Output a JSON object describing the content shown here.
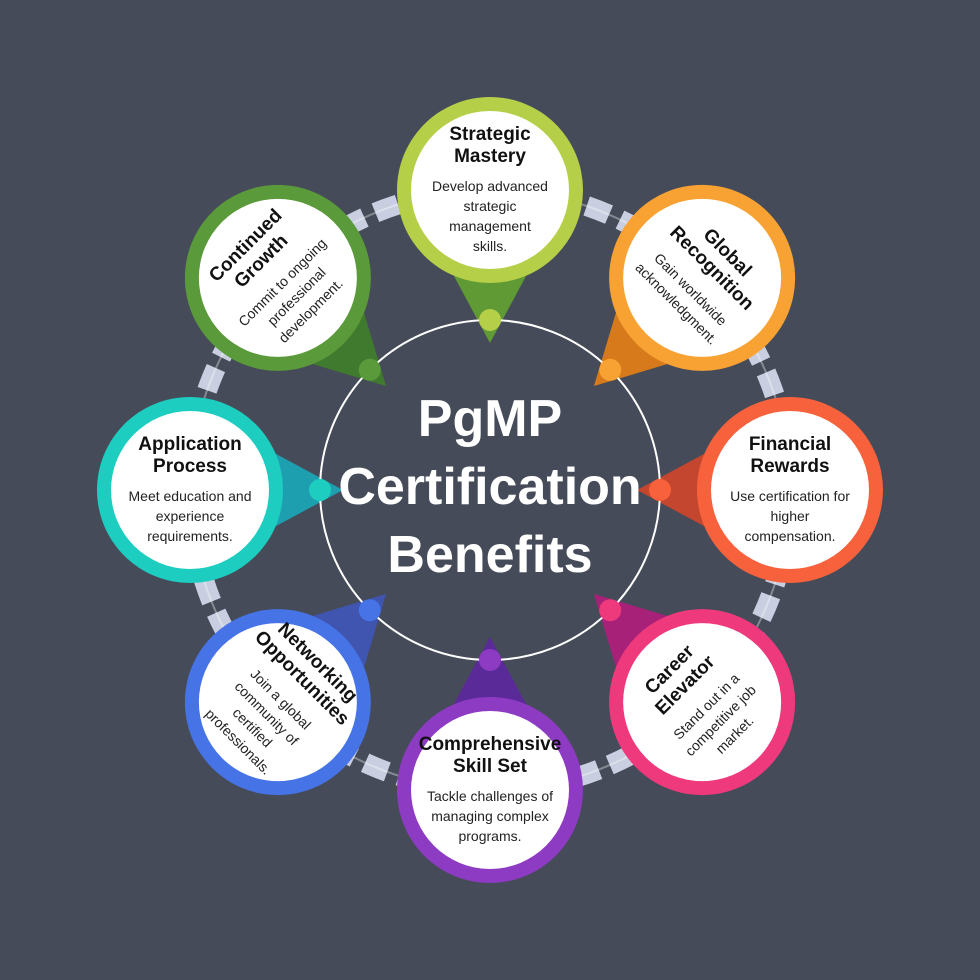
{
  "center": {
    "lines": [
      "PgMP",
      "Certification",
      "Benefits"
    ]
  },
  "nodes": [
    {
      "id": "strategic-mastery",
      "title": [
        "Strategic",
        "Mastery"
      ],
      "desc": [
        "Develop advanced",
        "strategic",
        "management",
        "skills."
      ],
      "color": "#b5cf49",
      "dark": "#5f9a34",
      "dot": "#b5cf49"
    },
    {
      "id": "global-recognition",
      "title": [
        "Global",
        "Recognition"
      ],
      "desc": [
        "Gain worldwide",
        "acknowledgment."
      ],
      "color": "#f8a233",
      "dark": "#d77a1c",
      "dot": "#f8a233"
    },
    {
      "id": "financial-rewards",
      "title": [
        "Financial",
        "Rewards"
      ],
      "desc": [
        "Use certification for",
        "higher",
        "compensation."
      ],
      "color": "#f7623c",
      "dark": "#c5462e",
      "dot": "#f7623c"
    },
    {
      "id": "career-elevator",
      "title": [
        "Career",
        "Elevator"
      ],
      "desc": [
        "Stand out in a",
        "competitive job",
        "market."
      ],
      "color": "#ee3a7d",
      "dark": "#a72178",
      "dot": "#ee3a7d"
    },
    {
      "id": "comprehensive-skill-set",
      "title": [
        "Comprehensive",
        "Skill Set"
      ],
      "desc": [
        "Tackle challenges of",
        "managing complex",
        "programs."
      ],
      "color": "#8e3bc4",
      "dark": "#5b2a99",
      "dot": "#8e3bc4"
    },
    {
      "id": "networking-opportunities",
      "title": [
        "Networking",
        "Opportunities"
      ],
      "desc": [
        "Join a global",
        "community of",
        "certified",
        "professionals."
      ],
      "color": "#4673e6",
      "dark": "#3f55b0",
      "dot": "#4673e6"
    },
    {
      "id": "application-process",
      "title": [
        "Application",
        "Process"
      ],
      "desc": [
        "Meet education and",
        "experience",
        "requirements."
      ],
      "color": "#1dcdc0",
      "dark": "#1e9fb0",
      "dot": "#1dcdc0"
    },
    {
      "id": "continued-growth",
      "title": [
        "Continued",
        "Growth"
      ],
      "desc": [
        "Commit to ongoing",
        "professional",
        "development."
      ],
      "color": "#5a9a3a",
      "dark": "#3f7a2e",
      "dot": "#5a9a3a"
    }
  ],
  "colors": {
    "background": "#454b58",
    "ring": "#c9cfe0",
    "center_line": "#ffffff"
  }
}
